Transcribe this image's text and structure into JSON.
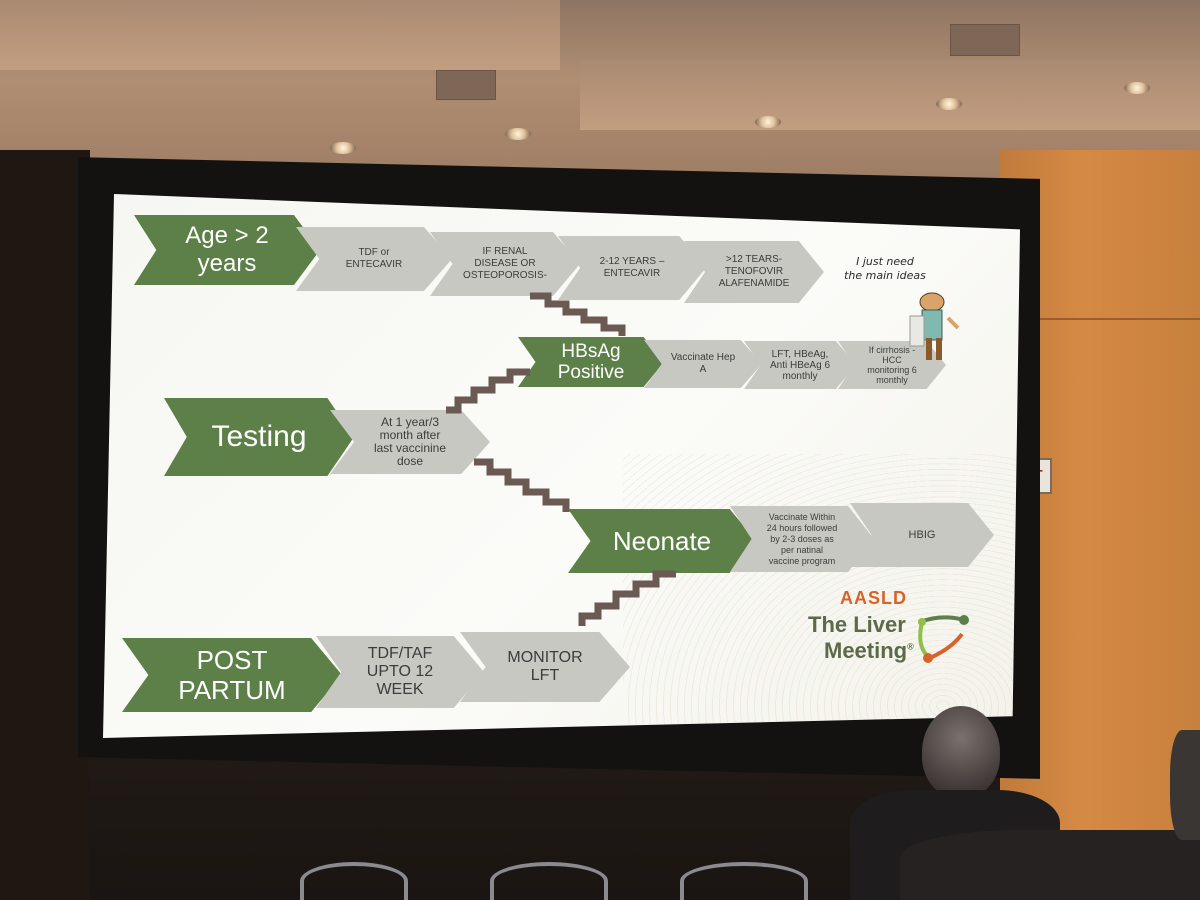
{
  "slide": {
    "rows": [
      {
        "main": {
          "lines": [
            "Age > 2",
            "years"
          ]
        },
        "steps": [
          {
            "lines": [
              "TDF or",
              "ENTECAVIR"
            ]
          },
          {
            "lines": [
              "IF RENAL",
              "DISEASE OR",
              "OSTEOPOROSIS-"
            ]
          },
          {
            "lines": [
              "2-12 YEARS –",
              "ENTECAVIR"
            ]
          },
          {
            "lines": [
              ">12 TEARS-",
              "TENOFOVIR",
              "ALAFENAMIDE"
            ]
          }
        ]
      },
      {
        "main": {
          "lines": [
            "HBsAg",
            "Positive"
          ]
        },
        "steps": [
          {
            "lines": [
              "Vaccinate Hep",
              "A"
            ]
          },
          {
            "lines": [
              "LFT, HBeAg,",
              "Anti HBeAg 6",
              "monthly"
            ]
          },
          {
            "lines": [
              "If cirrhosis -",
              "HCC",
              "monitoring 6",
              "monthly"
            ]
          }
        ]
      },
      {
        "main": {
          "lines": [
            "Testing"
          ]
        },
        "steps": [
          {
            "lines": [
              "At 1 year/3",
              "month after",
              "last vaccinine",
              "dose"
            ]
          }
        ]
      },
      {
        "main": {
          "lines": [
            "Neonate"
          ]
        },
        "steps": [
          {
            "lines": [
              "Vaccinate Within",
              "24 hours followed",
              "by 2-3 doses as",
              "per natinal",
              "vaccine program"
            ]
          },
          {
            "lines": [
              "HBIG"
            ]
          }
        ]
      },
      {
        "main": {
          "lines": [
            "POST",
            "PARTUM"
          ]
        },
        "steps": [
          {
            "lines": [
              "TDF/TAF",
              "UPTO 12",
              "WEEK"
            ]
          },
          {
            "lines": [
              "MONITOR",
              "LFT"
            ]
          }
        ]
      }
    ],
    "cartoon_caption": [
      "I just need",
      "the main ideas"
    ],
    "logo": {
      "org": "AASLD",
      "name_line1": "The Liver",
      "name_line2": "Meeting",
      "reg_mark": "®"
    }
  },
  "room": {
    "exit_sign": "EXIT"
  },
  "colors": {
    "main_arrow": "#5d7f48",
    "sub_arrow": "#c8c8c2",
    "stairs": "#6b5953",
    "aasld_orange": "#d9622b",
    "logo_green": "#5d7f48"
  }
}
